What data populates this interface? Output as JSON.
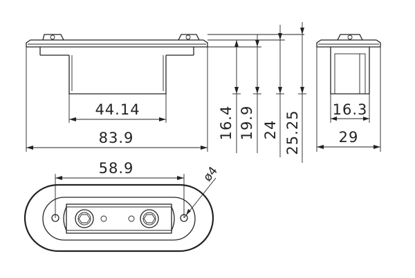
{
  "dimensions": {
    "inner_opening": "44.14",
    "overall_length": "83.9",
    "height_a": "16.4",
    "height_b": "19.9",
    "height_c": "24",
    "height_d": "25.25",
    "side_inner": "16.3",
    "side_width": "29",
    "hole_spacing": "58.9",
    "hole_diameter": "ø4"
  }
}
